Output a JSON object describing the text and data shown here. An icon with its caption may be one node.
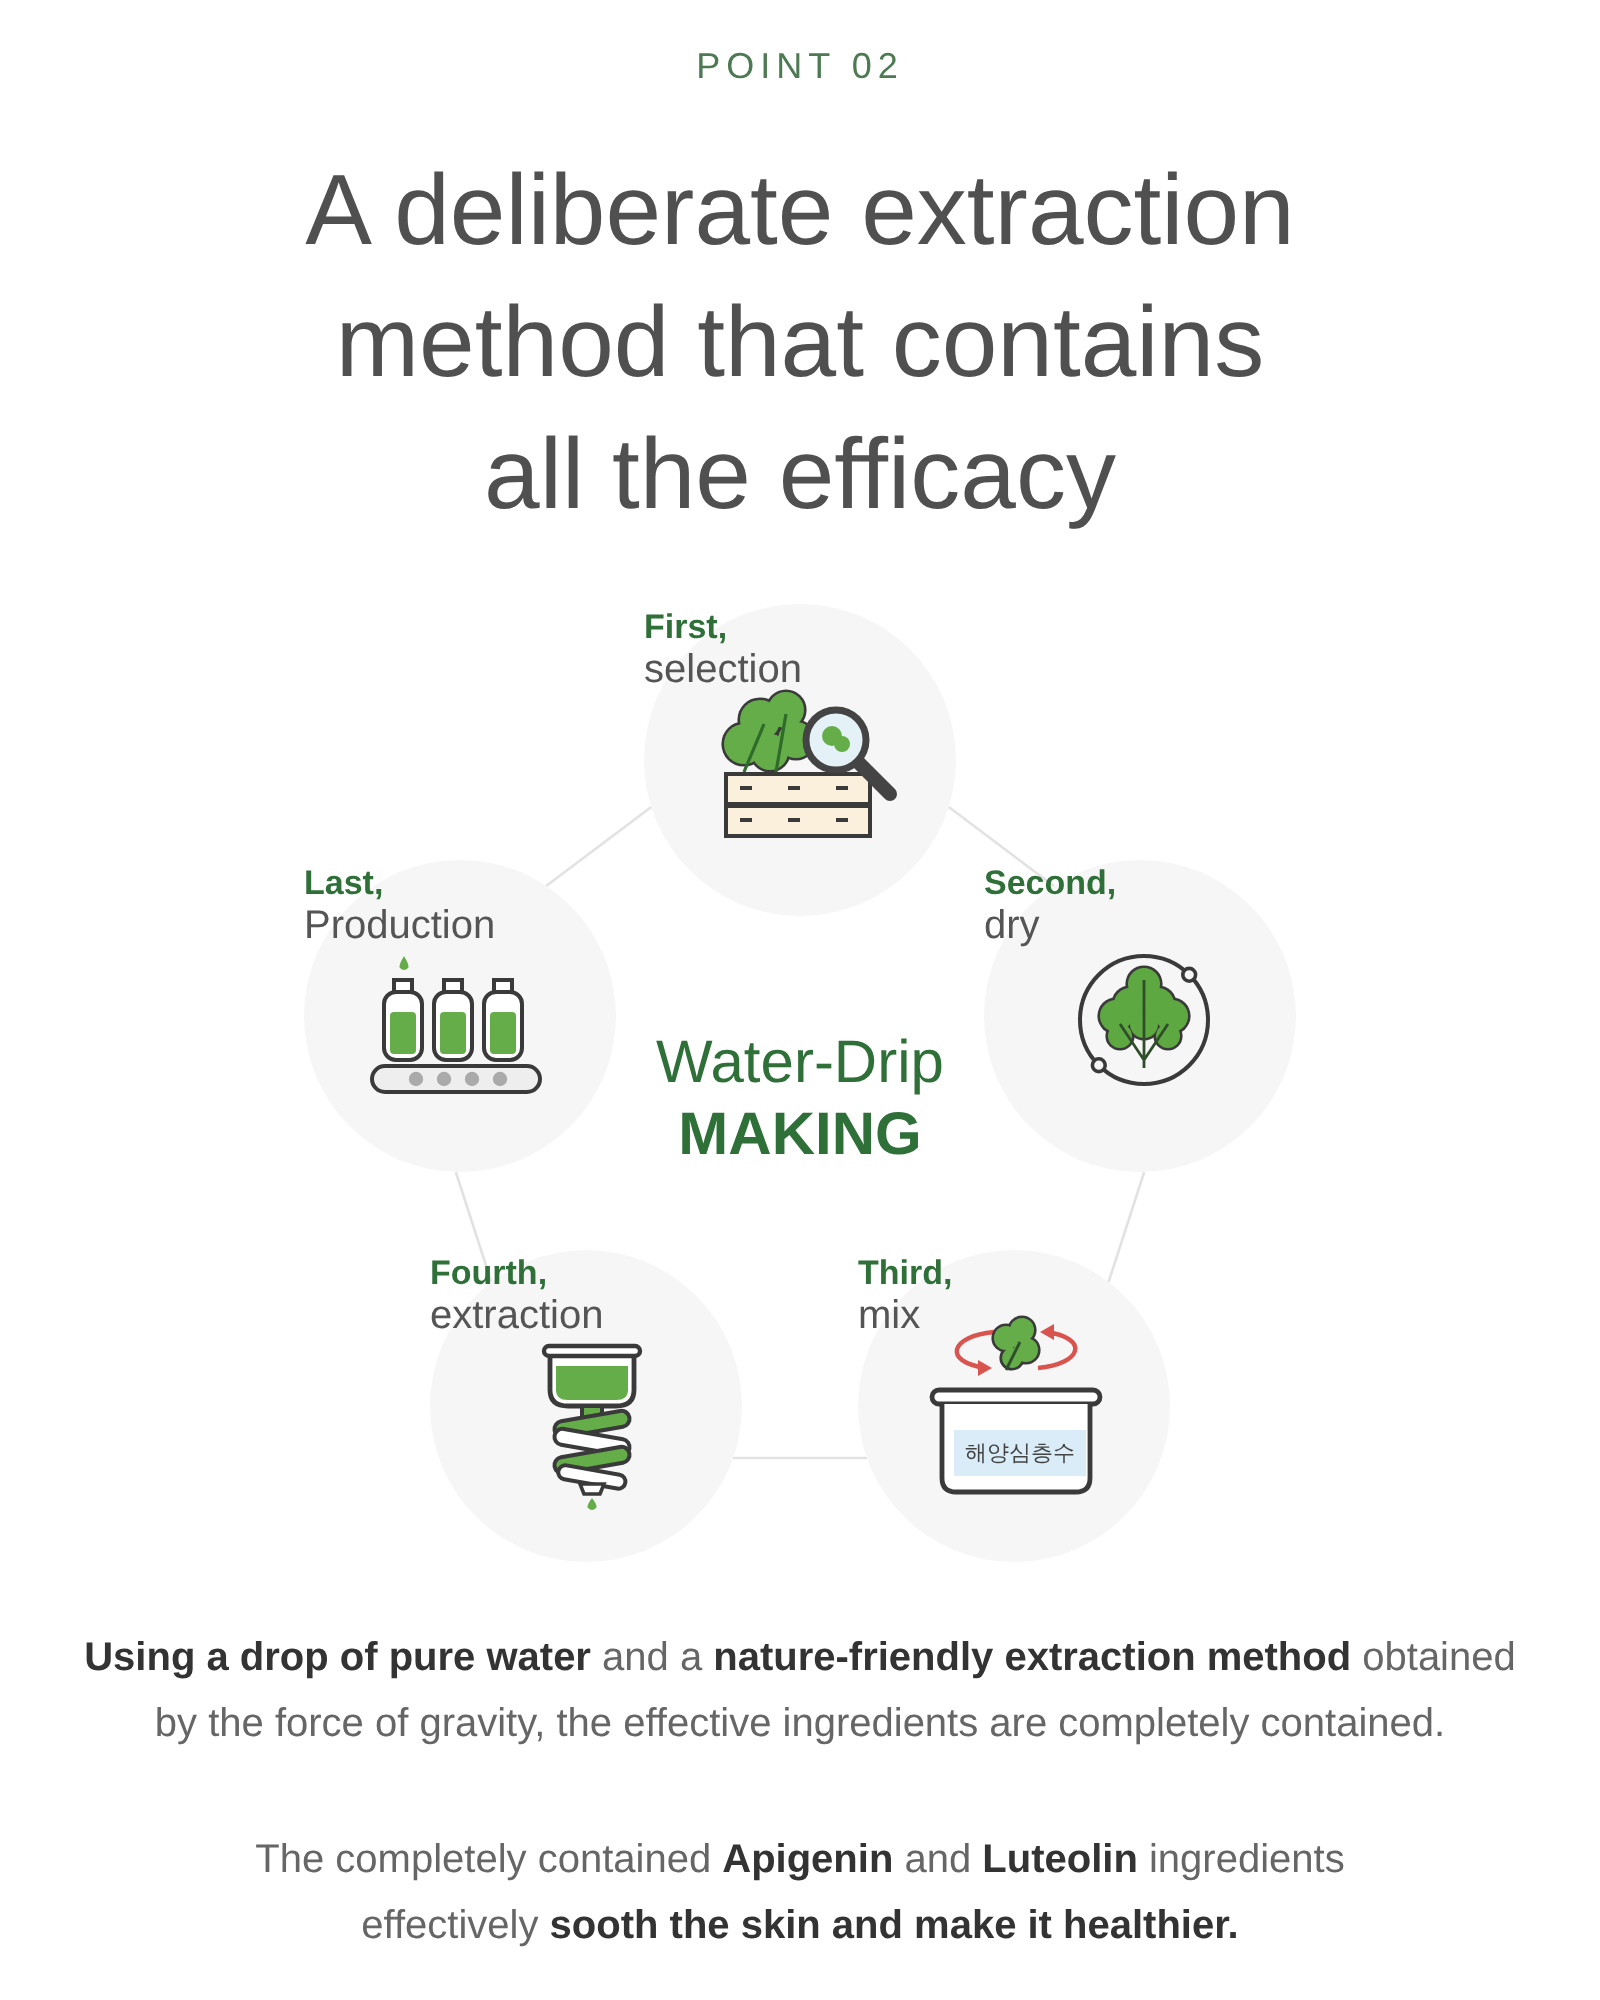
{
  "diagram": {
    "title": "A deliberate extraction method that contains all the efficacy",
    "nodes": [
      {
        "text": [
          "First,",
          "selection"
        ]
      },
      {
        "text": [
          "Second,",
          "dry"
        ]
      },
      {
        "text": [
          "Third,",
          "mix"
        ]
      },
      {
        "text": [
          "Fourth,",
          "extraction"
        ]
      },
      {
        "text": [
          "Last,",
          "Production"
        ]
      }
    ],
    "edges": [
      {
        "from": 0,
        "to": 1,
        "arrow": "none"
      },
      {
        "from": 1,
        "to": 2,
        "arrow": "none"
      },
      {
        "from": 2,
        "to": 3,
        "arrow": "none"
      },
      {
        "from": 3,
        "to": 4,
        "arrow": "none"
      },
      {
        "from": 4,
        "to": 0,
        "arrow": "none"
      }
    ],
    "labels": [
      "POINT 02",
      "Water-Drip **MAKING**",
      "해양심층수",
      "**Using a drop of pure water** and a **nature-friendly extraction method** obtained by the force of gravity, the effective ingredients are completely contained.",
      "The completely contained **Apigenin** and **Luteolin** ingredients effectively **sooth the skin and make it healthier.**"
    ]
  }
}
